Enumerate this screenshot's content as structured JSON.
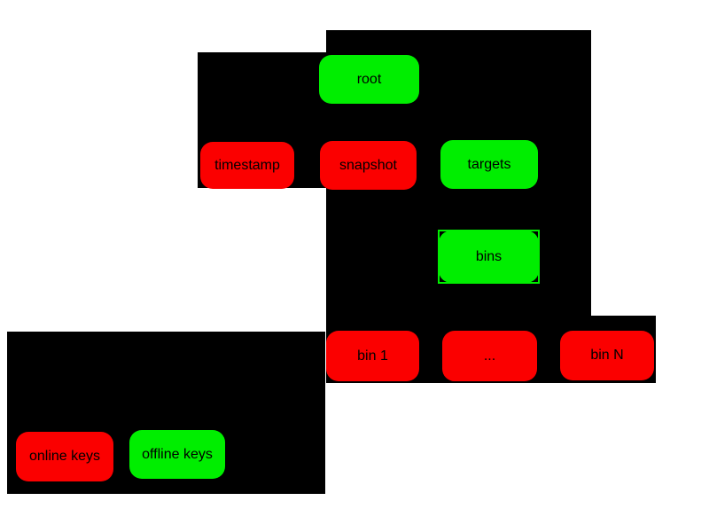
{
  "palette": {
    "node_red": "#fb0000",
    "node_green": "#00ee00",
    "panel_black": "#000000",
    "page_background": "#ffffff",
    "node_text": "#000000"
  },
  "nodes": {
    "root": {
      "label": "root",
      "color": "green"
    },
    "timestamp": {
      "label": "timestamp",
      "color": "red"
    },
    "snapshot": {
      "label": "snapshot",
      "color": "red"
    },
    "targets": {
      "label": "targets",
      "color": "green"
    },
    "bins": {
      "label": "bins",
      "color": "green"
    },
    "bin1": {
      "label": "bin 1",
      "color": "red"
    },
    "bin_ellipsis": {
      "label": "...",
      "color": "red"
    },
    "binN": {
      "label": "bin N",
      "color": "red"
    },
    "online_keys": {
      "label": "online keys",
      "color": "red"
    },
    "offline_keys": {
      "label": "offline keys",
      "color": "green"
    }
  }
}
